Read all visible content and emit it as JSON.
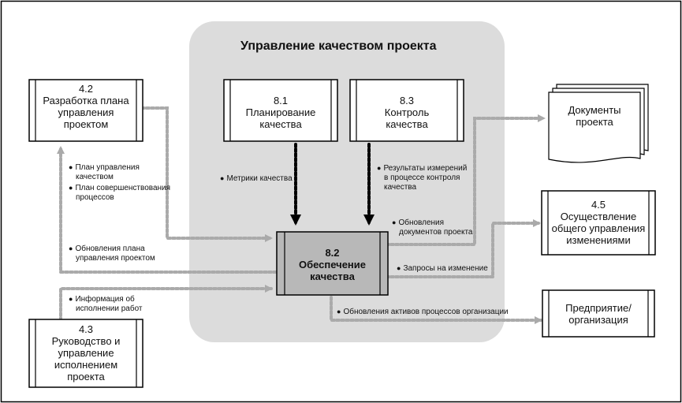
{
  "title": "Управление качеством проекта",
  "boxes": {
    "b42": {
      "number": "4.2",
      "lines": [
        "Разработка плана",
        "управления",
        "проектом"
      ]
    },
    "b81": {
      "number": "8.1",
      "lines": [
        "Планирование",
        "качества"
      ]
    },
    "b83": {
      "number": "8.3",
      "lines": [
        "Контроль",
        "качества"
      ]
    },
    "b82": {
      "number": "8.2",
      "lines": [
        "Обеспечение",
        "качества"
      ]
    },
    "b43": {
      "number": "4.3",
      "lines": [
        "Руководство и",
        "управление",
        "исполнением",
        "проекта"
      ]
    },
    "b45": {
      "number": "4.5",
      "lines": [
        "Осуществление",
        "общего управления",
        "изменениями"
      ]
    },
    "docs": {
      "lines": [
        "Документы",
        "проекта"
      ]
    },
    "org": {
      "lines": [
        "Предприятие/",
        "организация"
      ]
    }
  },
  "labels": {
    "metrics": [
      "Метрики качества"
    ],
    "results": [
      "Результаты измерений",
      "в процессе контроля",
      "качества"
    ],
    "plan1": [
      "План управления",
      "качеством"
    ],
    "plan2": [
      "План совершенствования",
      "процессов"
    ],
    "plan_updates": [
      "Обновления плана",
      "управления проектом"
    ],
    "work_info": [
      "Информация об",
      "исполнении работ"
    ],
    "doc_updates": [
      "Обновления",
      "документов проекта"
    ],
    "change_requests": [
      "Запросы на изменение"
    ],
    "asset_updates": [
      "Обновления активов процессов организации"
    ]
  }
}
